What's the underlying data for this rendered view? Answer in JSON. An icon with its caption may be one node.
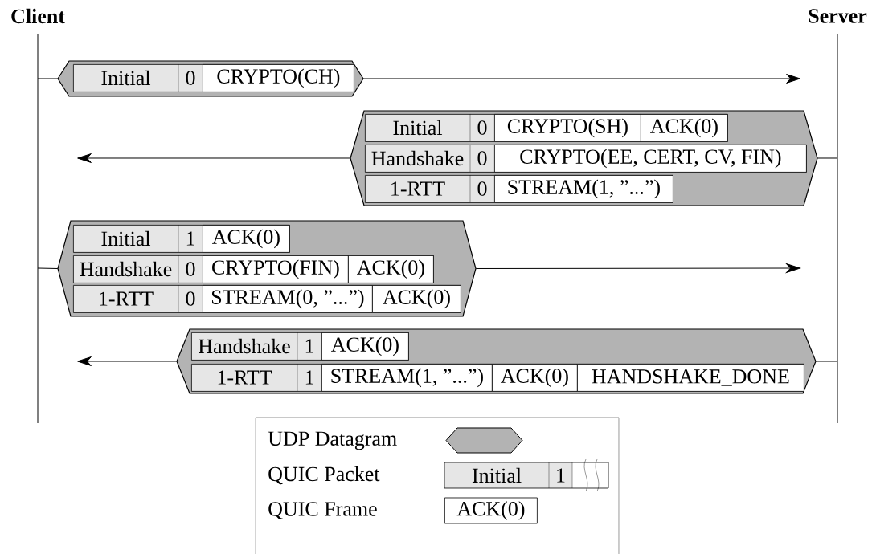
{
  "diagram": {
    "nodes": [
      {
        "text": [
          "Client"
        ]
      },
      {
        "text": [
          "Server"
        ]
      },
      {
        "text": [],
        "shape": "hexagon"
      },
      {
        "text": [
          "Initial",
          "0"
        ],
        "in": 2
      },
      {
        "text": [
          "CRYPTO(CH)"
        ],
        "in": 3
      },
      {
        "text": [],
        "shape": "hexagon"
      },
      {
        "text": [
          "Initial",
          "0"
        ],
        "in": 5
      },
      {
        "text": [
          "CRYPTO(SH)"
        ],
        "in": 6
      },
      {
        "text": [
          "ACK(0)"
        ],
        "in": 6
      },
      {
        "text": [
          "Handshake",
          "0"
        ],
        "in": 5
      },
      {
        "text": [
          "CRYPTO(EE, CERT, CV, FIN)"
        ],
        "in": 9
      },
      {
        "text": [
          "1-RTT",
          "0"
        ],
        "in": 5
      },
      {
        "text": [
          "STREAM(1, ”...”)"
        ],
        "in": 11
      },
      {
        "text": [],
        "shape": "hexagon"
      },
      {
        "text": [
          "Initial",
          "1"
        ],
        "in": 13
      },
      {
        "text": [
          "ACK(0)"
        ],
        "in": 14
      },
      {
        "text": [
          "Handshake",
          "0"
        ],
        "in": 13
      },
      {
        "text": [
          "CRYPTO(FIN)"
        ],
        "in": 16
      },
      {
        "text": [
          "ACK(0)"
        ],
        "in": 16
      },
      {
        "text": [
          "1-RTT",
          "0"
        ],
        "in": 13
      },
      {
        "text": [
          "STREAM(0, ”...”)"
        ],
        "in": 19
      },
      {
        "text": [
          "ACK(0)"
        ],
        "in": 19
      },
      {
        "text": [],
        "shape": "hexagon"
      },
      {
        "text": [
          "Handshake",
          "1"
        ],
        "in": 22
      },
      {
        "text": [
          "ACK(0)"
        ],
        "in": 23
      },
      {
        "text": [
          "1-RTT",
          "1"
        ],
        "in": 22
      },
      {
        "text": [
          "STREAM(1, ”...”)"
        ],
        "in": 25
      },
      {
        "text": [
          "ACK(0)"
        ],
        "in": 25
      },
      {
        "text": [
          "HANDSHAKE_DONE"
        ],
        "in": 25
      }
    ],
    "edges": [
      {
        "from": null,
        "to": 2,
        "arrow": "none"
      },
      {
        "from": 2,
        "to": null,
        "arrow": "to"
      },
      {
        "from": null,
        "to": 5,
        "arrow": "none"
      },
      {
        "from": 5,
        "to": null,
        "arrow": "to"
      },
      {
        "from": null,
        "to": 13,
        "arrow": "none"
      },
      {
        "from": 13,
        "to": null,
        "arrow": "to"
      },
      {
        "from": null,
        "to": 22,
        "arrow": "none"
      },
      {
        "from": 22,
        "to": null,
        "arrow": "to"
      }
    ],
    "labels": [
      "Initial",
      "1",
      "ACK(0)"
    ],
    "legend": [
      {
        "text": "UDP Datagram"
      },
      {
        "text": "QUIC Packet"
      },
      {
        "text": "QUIC Frame"
      }
    ]
  }
}
